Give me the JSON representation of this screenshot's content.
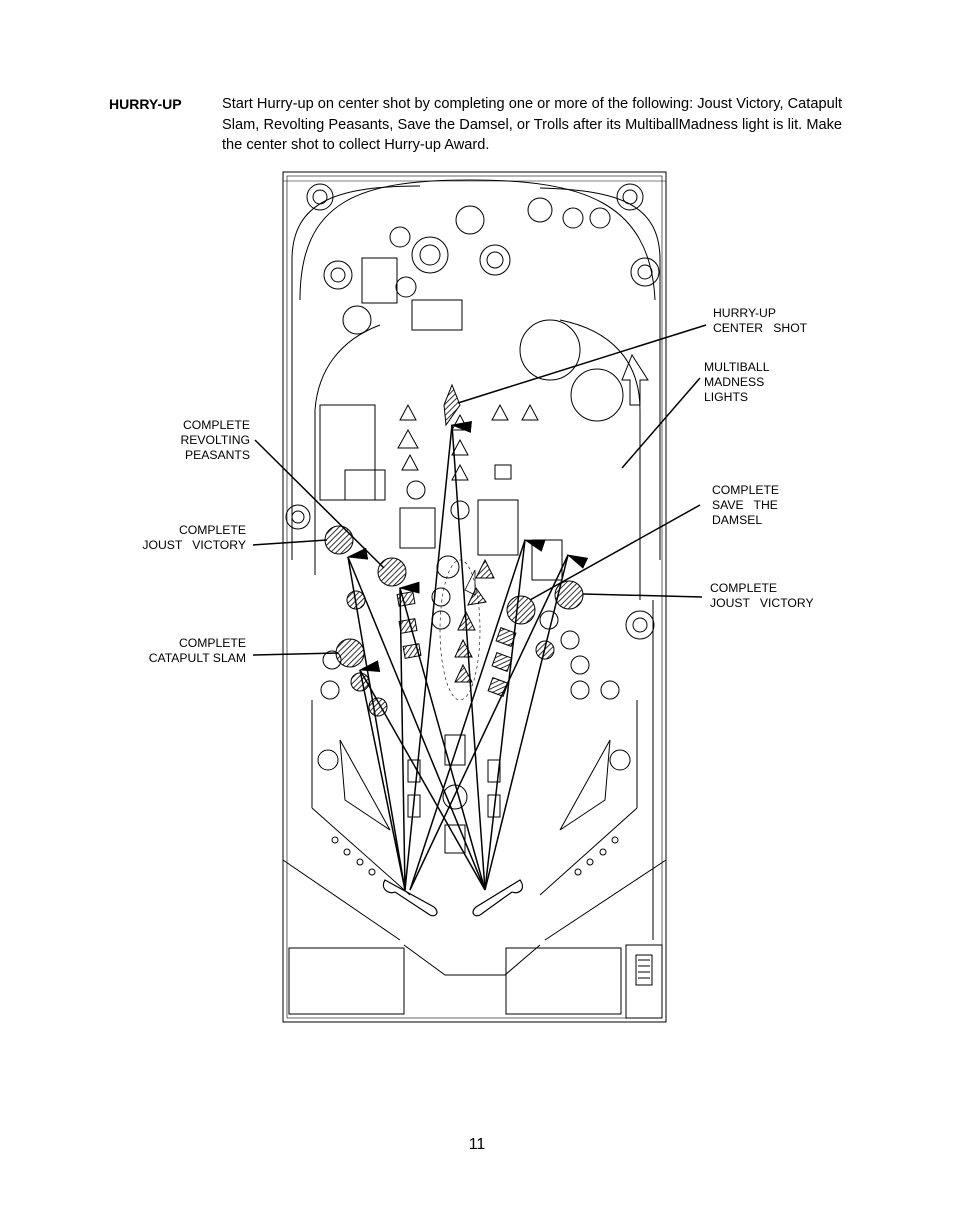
{
  "section": {
    "heading": "HURRY-UP",
    "text": "Start Hurry-up on center shot by completing one or more of the following: Joust Victory, Catapult Slam, Revolting Peasants, Save the Damsel, or Trolls after its MultiballMadness light is lit. Make the center shot to collect Hurry-up Award."
  },
  "labels": {
    "hurry_up": "HURRY-UP\nCENTER   SHOT",
    "multiball": "MULTIBALL\nMADNESS\nLIGHTS",
    "revolting": "COMPLETE\nREVOLTING\nPEASANTS",
    "save_damsel": "COMPLETE\nSAVE   THE\nDAMSEL",
    "joust_left": "COMPLETE\nJOUST   VICTORY",
    "joust_right": "COMPLETE\nJOUST   VICTORY",
    "catapult": "COMPLETE\nCATAPULT SLAM"
  },
  "page_number": "11"
}
